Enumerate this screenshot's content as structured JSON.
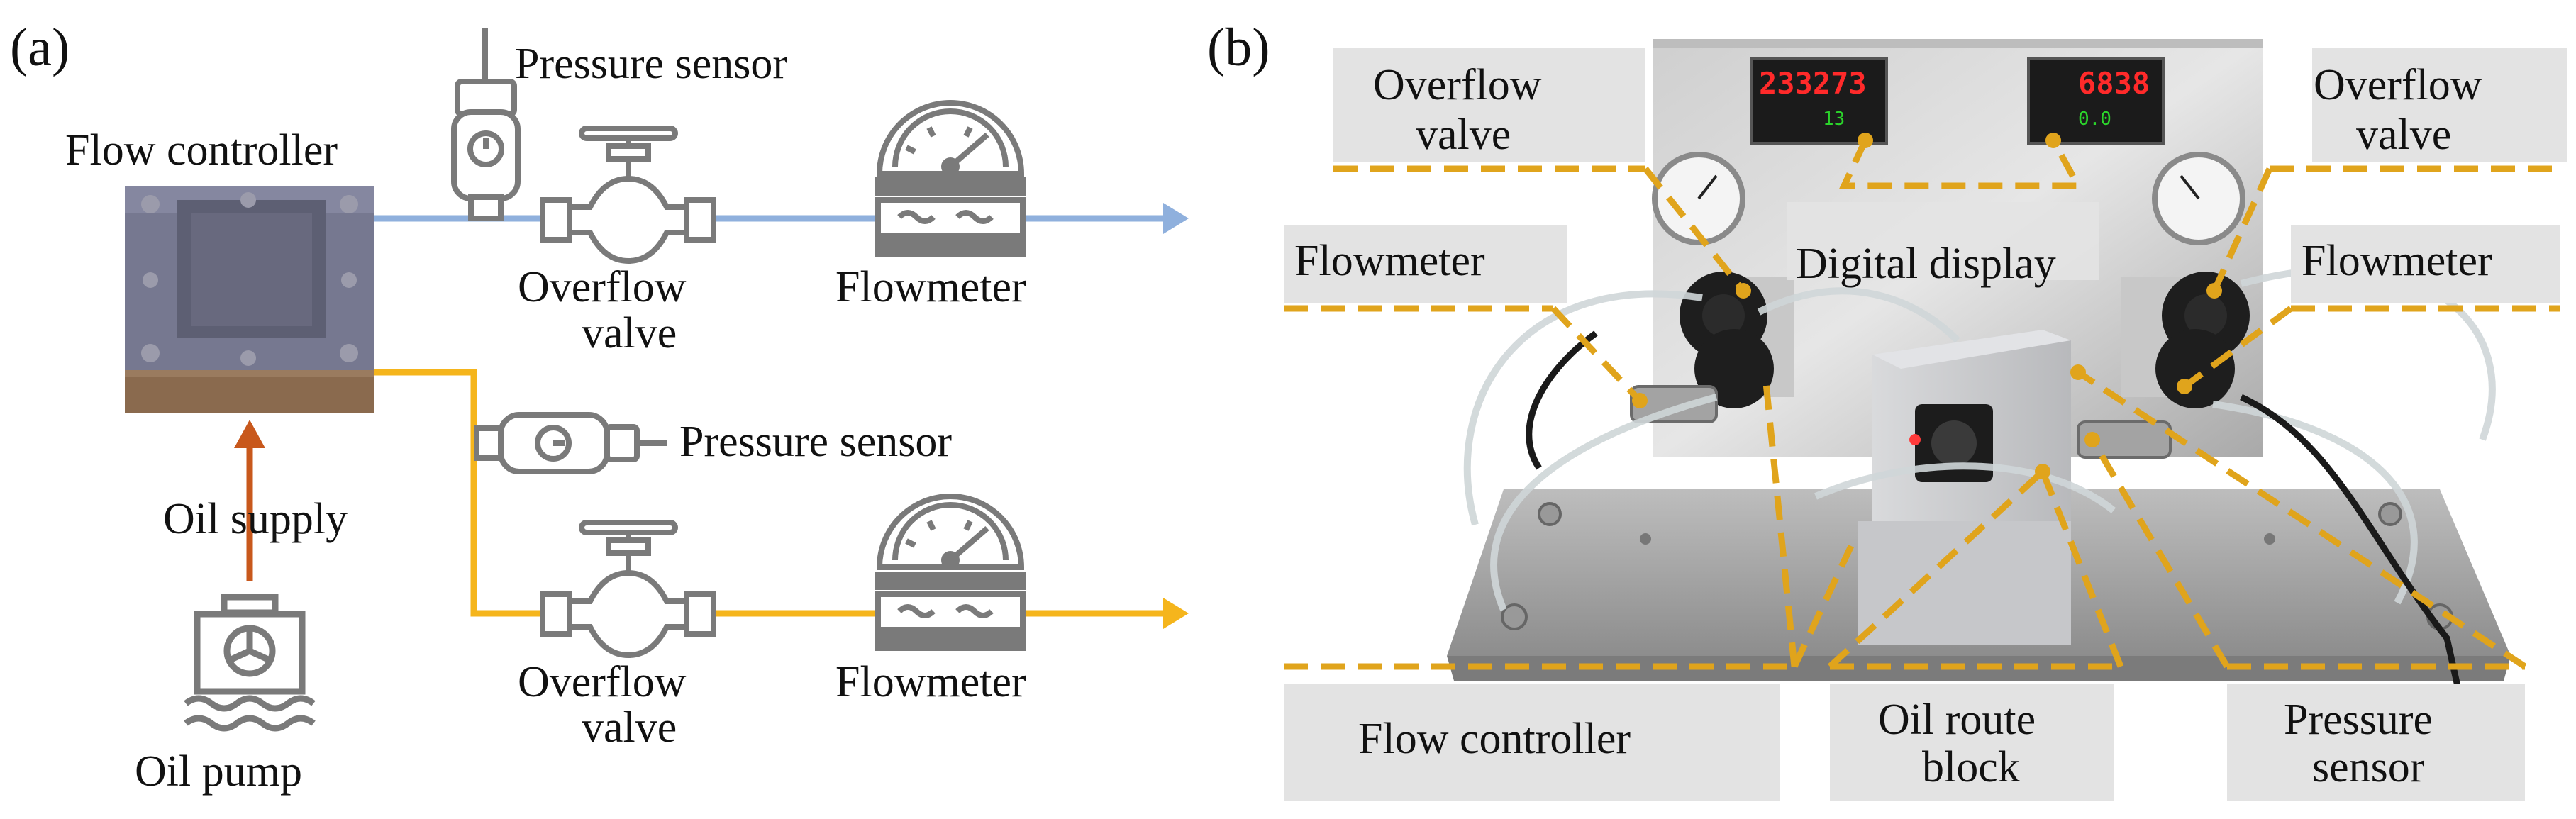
{
  "panel_a": {
    "panel_label": "(a)",
    "labels": {
      "flow_controller": "Flow controller",
      "pressure_sensor_top": "Pressure sensor",
      "overflow_valve_top_line1": "Overflow",
      "overflow_valve_top_line2": "valve",
      "flowmeter_top": "Flowmeter",
      "pressure_sensor_bottom": "Pressure sensor",
      "overflow_valve_bottom_line1": "Overflow",
      "overflow_valve_bottom_line2": "valve",
      "flowmeter_bottom": "Flowmeter",
      "oil_supply": "Oil supply",
      "oil_pump": "Oil pump"
    },
    "colors": {
      "blue_line": "#8fb0dd",
      "yellow_line": "#f5b51c",
      "oil_supply_arrow": "#c8581c",
      "icon_gray": "#7a7a7a",
      "controller_body": "#6f7186",
      "controller_base": "#8a6a4e"
    }
  },
  "panel_b": {
    "panel_label": "(b)",
    "labels": {
      "overflow_valve_left_line1": "Overflow",
      "overflow_valve_left_line2": "valve",
      "overflow_valve_right_line1": "Overflow",
      "overflow_valve_right_line2": "valve",
      "flowmeter_left": "Flowmeter",
      "flowmeter_right": "Flowmeter",
      "digital_display": "Digital display",
      "flow_controller": "Flow controller",
      "oil_route_block_line1": "Oil route",
      "oil_route_block_line2": "block",
      "pressure_sensor_line1": "Pressure",
      "pressure_sensor_line2": "sensor"
    },
    "displays": {
      "left_main": "233273",
      "left_sub": "13",
      "right_main": "6838",
      "right_sub": "0.0"
    },
    "colors": {
      "dashed_leader": "#e0a41c",
      "label_box": "#e3e3e3",
      "led_red": "#ff2a2a",
      "led_green": "#2bd42b"
    }
  }
}
